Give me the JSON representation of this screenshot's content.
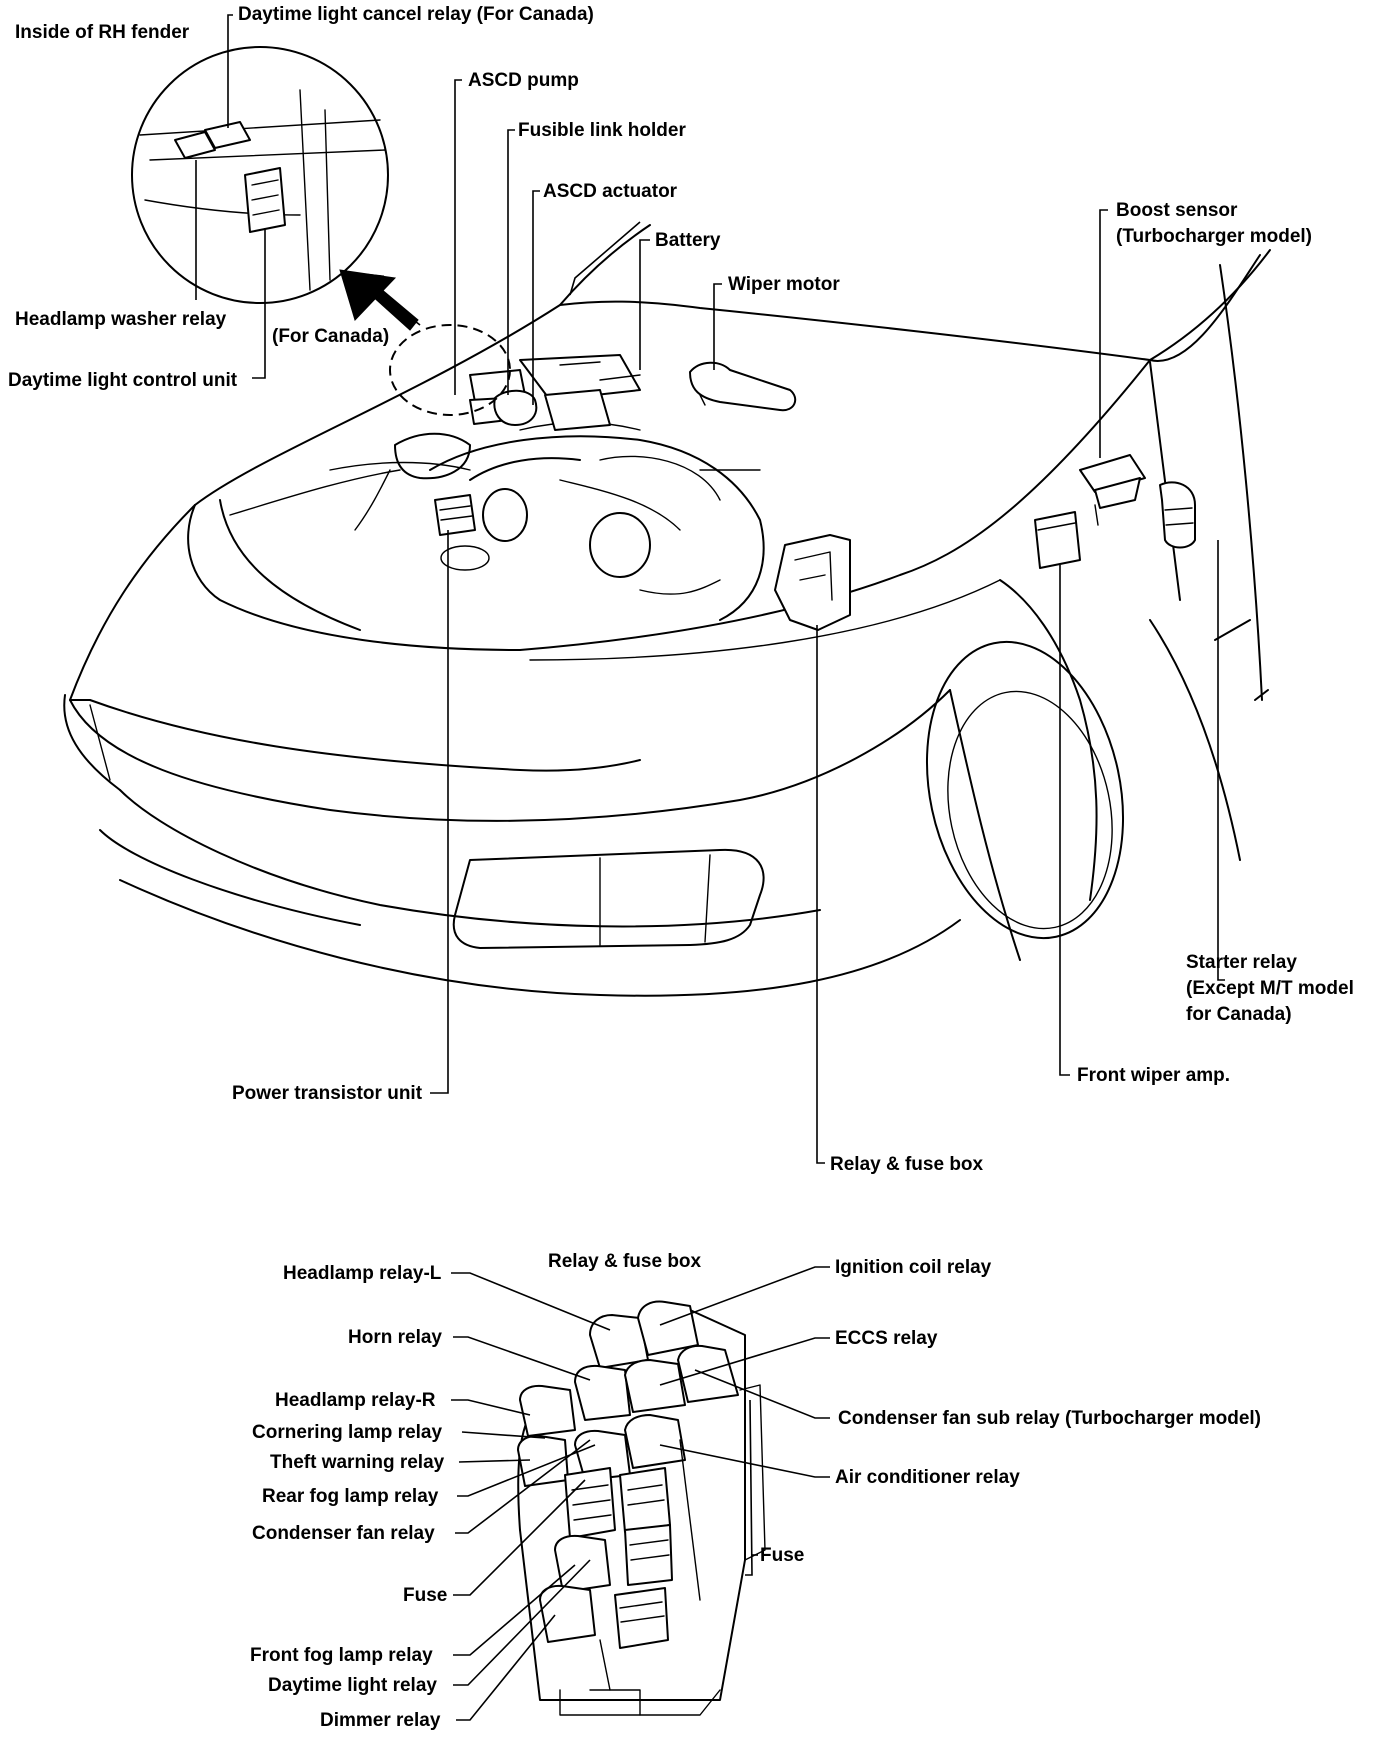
{
  "labels": {
    "inside_rh_fender": "Inside of RH fender",
    "daytime_cancel_relay": "Daytime light cancel relay (For Canada)",
    "ascd_pump": "ASCD pump",
    "fusible_link_holder": "Fusible link holder",
    "ascd_actuator": "ASCD actuator",
    "battery": "Battery",
    "wiper_motor": "Wiper motor",
    "boost_sensor_1": "Boost sensor",
    "boost_sensor_2": "(Turbocharger model)",
    "headlamp_washer_relay": "Headlamp washer relay",
    "for_canada": "(For Canada)",
    "daytime_control_unit": "Daytime light control unit",
    "starter_relay_1": "Starter relay",
    "starter_relay_2": "(Except M/T model",
    "starter_relay_3": "for Canada)",
    "front_wiper_amp": "Front wiper amp.",
    "power_transistor_unit": "Power transistor unit",
    "relay_fuse_box": "Relay & fuse box"
  },
  "detail": {
    "title": "Relay & fuse box",
    "headlamp_relay_l": "Headlamp relay-L",
    "horn_relay": "Horn relay",
    "headlamp_relay_r": "Headlamp relay-R",
    "cornering_lamp_relay": "Cornering lamp relay",
    "theft_warning_relay": "Theft warning relay",
    "rear_fog_lamp_relay": "Rear fog lamp relay",
    "condenser_fan_relay": "Condenser fan relay",
    "fuse_left": "Fuse",
    "front_fog_lamp_relay": "Front fog lamp relay",
    "daytime_light_relay": "Daytime light relay",
    "dimmer_relay": "Dimmer relay",
    "ignition_coil_relay": "Ignition coil relay",
    "eccs_relay": "ECCS relay",
    "condenser_fan_sub_relay": "Condenser fan sub relay (Turbocharger model)",
    "air_conditioner_relay": "Air conditioner relay",
    "fuse_right": "Fuse"
  }
}
